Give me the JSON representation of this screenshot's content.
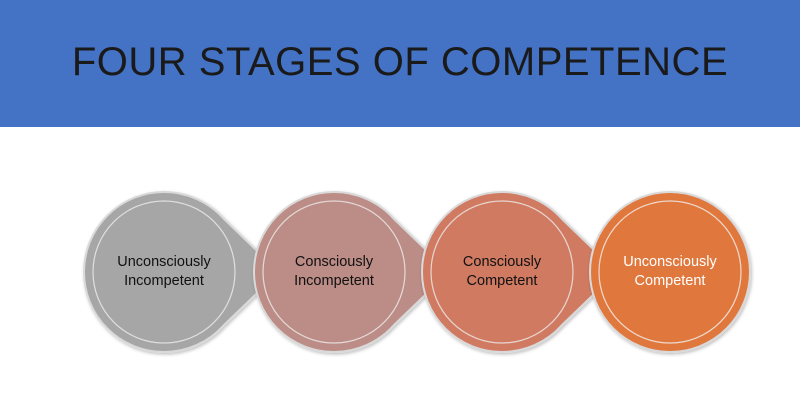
{
  "title": "FOUR STAGES OF COMPETENCE",
  "colors": {
    "header": "#4472c4",
    "stage1": "#a6a6a6",
    "stage2": "#bc8c86",
    "stage3": "#d07a62",
    "stage4": "#e0783e",
    "ring": "#e8e8e8"
  },
  "stages": [
    {
      "line1": "Unconsciously",
      "line2": "Incompetent"
    },
    {
      "line1": "Consciously",
      "line2": "Incompetent"
    },
    {
      "line1": "Consciously",
      "line2": "Competent"
    },
    {
      "line1": "Unconsciously",
      "line2": "Competent"
    }
  ]
}
